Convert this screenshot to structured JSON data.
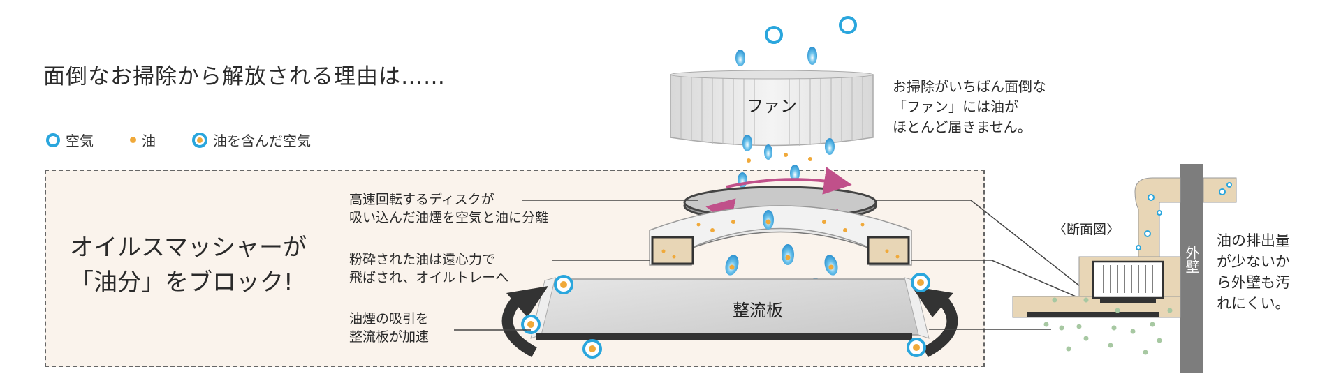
{
  "headline": "面倒なお掃除から解放される理由は……",
  "legend": {
    "air": "空気",
    "oil": "油",
    "oily_air": "油を含んだ空気"
  },
  "title": {
    "line1": "オイルスマッシャーが",
    "line2": "「油分」をブロック!"
  },
  "labels": {
    "fan": "ファン",
    "plate": "整流板",
    "section": "〈断面図〉",
    "outer_wall": "外壁"
  },
  "notes": {
    "disk": [
      "高速回転するディスクが",
      "吸い込んだ油煙を空気と油に分離"
    ],
    "crushed": [
      "粉砕された油は遠心力で",
      "飛ばされ、オイルトレーへ"
    ],
    "plate": [
      "油煙の吸引を",
      "整流板が加速"
    ],
    "fan": [
      "お掃除がいちばん面倒な",
      "「ファン」には油が",
      "ほとんど届きません。"
    ],
    "wall": [
      "油の排出量",
      "が少ないか",
      "ら外壁も汚",
      "れにくい。"
    ]
  },
  "colors": {
    "air_blue": "#2aa6dd",
    "oil_orange": "#f0a93a",
    "panel_bg": "#faf3ec",
    "arrow_pink": "#c0508a",
    "duct_beige": "#e8d6b6",
    "wall_gray": "#7d7d7d"
  }
}
